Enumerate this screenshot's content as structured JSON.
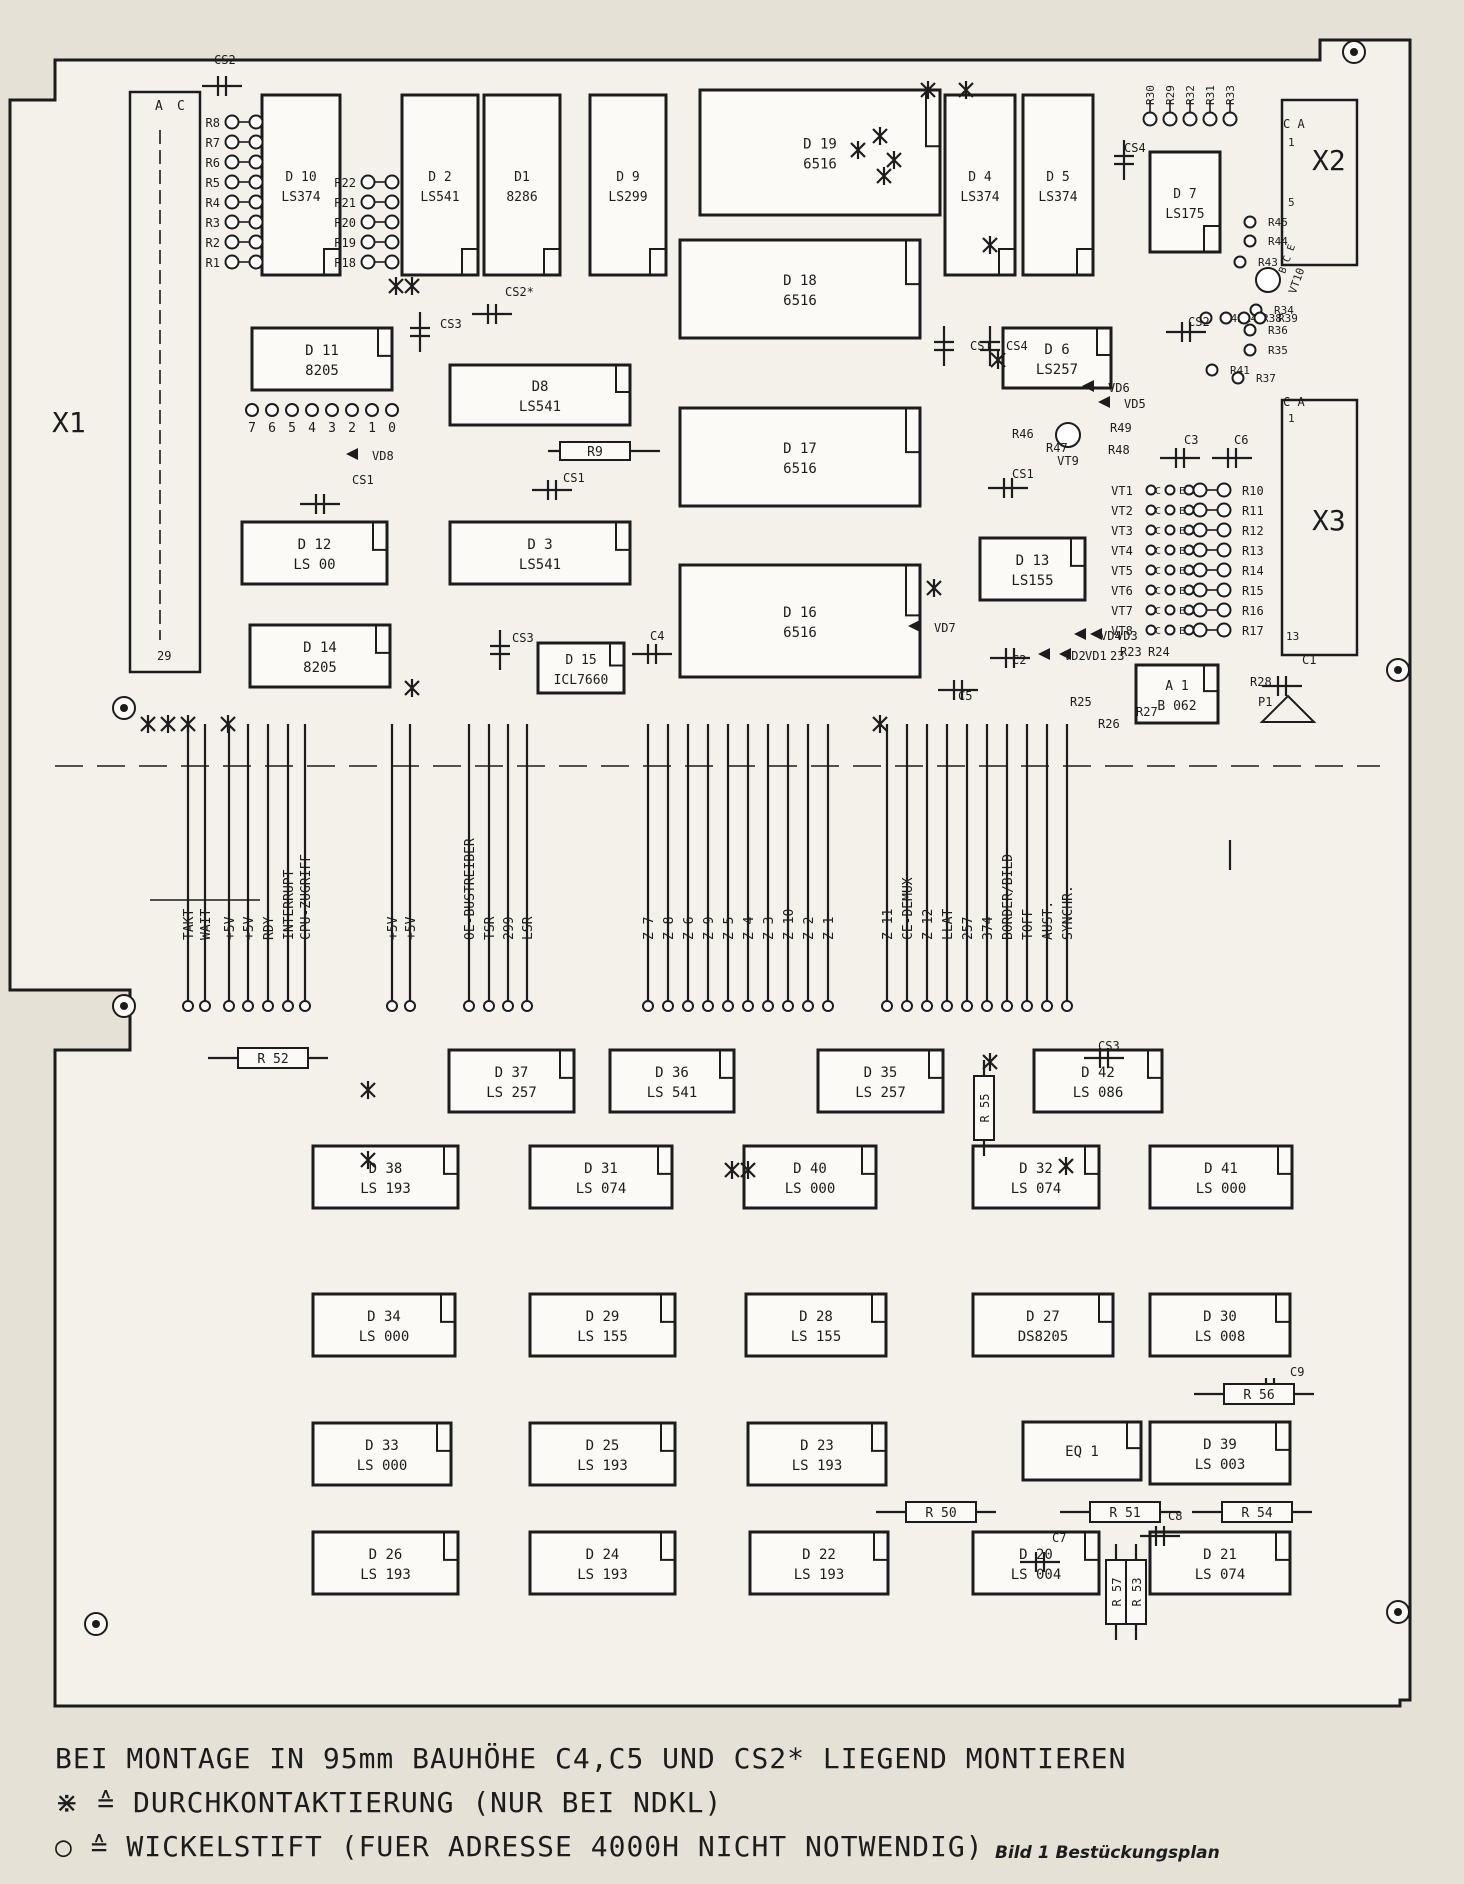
{
  "connectors": {
    "x1": "X1",
    "x2": "X2",
    "x3": "X3",
    "x1_col_a": "A",
    "x1_col_c": "C",
    "x1_pin_count": "29"
  },
  "chips": [
    {
      "ref": "D 10",
      "type": "LS374"
    },
    {
      "ref": "D 2",
      "type": "LS541"
    },
    {
      "ref": "D1",
      "type": "8286"
    },
    {
      "ref": "D 9",
      "type": "LS299"
    },
    {
      "ref": "D 19",
      "type": "6516"
    },
    {
      "ref": "D 4",
      "type": "LS374"
    },
    {
      "ref": "D 5",
      "type": "LS374"
    },
    {
      "ref": "D 7",
      "type": "LS175"
    },
    {
      "ref": "D 11",
      "type": "8205"
    },
    {
      "ref": "D8",
      "type": "LS541"
    },
    {
      "ref": "D 18",
      "type": "6516"
    },
    {
      "ref": "D 6",
      "type": "LS257"
    },
    {
      "ref": "D 17",
      "type": "6516"
    },
    {
      "ref": "D 12",
      "type": "LS 00"
    },
    {
      "ref": "D 3",
      "type": "LS541"
    },
    {
      "ref": "D 13",
      "type": "LS155"
    },
    {
      "ref": "D 16",
      "type": "6516"
    },
    {
      "ref": "D 14",
      "type": "8205"
    },
    {
      "ref": "D 15",
      "type": "ICL7660"
    },
    {
      "ref": "A 1",
      "type": "B 062"
    },
    {
      "ref": "D 37",
      "type": "LS 257"
    },
    {
      "ref": "D 36",
      "type": "LS 541"
    },
    {
      "ref": "D 35",
      "type": "LS 257"
    },
    {
      "ref": "D 42",
      "type": "LS 086"
    },
    {
      "ref": "D 38",
      "type": "LS 193"
    },
    {
      "ref": "D 31",
      "type": "LS 074"
    },
    {
      "ref": "D 40",
      "type": "LS 000"
    },
    {
      "ref": "D 32",
      "type": "LS 074"
    },
    {
      "ref": "D 41",
      "type": "LS 000"
    },
    {
      "ref": "D 34",
      "type": "LS 000"
    },
    {
      "ref": "D 29",
      "type": "LS 155"
    },
    {
      "ref": "D 28",
      "type": "LS 155"
    },
    {
      "ref": "D 27",
      "type": "DS8205"
    },
    {
      "ref": "D 30",
      "type": "LS 008"
    },
    {
      "ref": "D 33",
      "type": "LS 000"
    },
    {
      "ref": "D 25",
      "type": "LS 193"
    },
    {
      "ref": "D 23",
      "type": "LS 193"
    },
    {
      "ref": "EQ 1",
      "type": ""
    },
    {
      "ref": "D 39",
      "type": "LS 003"
    },
    {
      "ref": "D 26",
      "type": "LS 193"
    },
    {
      "ref": "D 24",
      "type": "LS 193"
    },
    {
      "ref": "D 22",
      "type": "LS 193"
    },
    {
      "ref": "D 20",
      "type": "LS 004"
    },
    {
      "ref": "D 21",
      "type": "LS 074"
    }
  ],
  "parts": {
    "r_left": [
      "R8",
      "R7",
      "R6",
      "R5",
      "R4",
      "R3",
      "R2",
      "R1"
    ],
    "r_mid": [
      "R22",
      "R21",
      "R20",
      "R19",
      "R18"
    ],
    "r_top": [
      "R30",
      "R29",
      "R32",
      "R31",
      "R33"
    ],
    "r_d7": [
      "R45",
      "R44",
      "R43",
      "R34",
      "R36",
      "R35",
      "R37",
      "R42",
      "R40",
      "R38",
      "R39",
      "R41"
    ],
    "r_right": [
      "R10",
      "R11",
      "R12",
      "R13",
      "R14",
      "R15",
      "R16",
      "R17"
    ],
    "r_bottom": [
      "R 52",
      "R 55",
      "R 56",
      "R 50",
      "R 51",
      "R 54",
      "R 57",
      "R 53"
    ],
    "misc": [
      "R9",
      "R46",
      "R47",
      "R48",
      "R49",
      "R23",
      "R24",
      "R25",
      "R26",
      "R27",
      "R28",
      "P1"
    ],
    "caps": [
      "CS2",
      "CS3",
      "CS2*",
      "CS1",
      "CS1",
      "CS4",
      "CS1",
      "CS4",
      "CS2",
      "CS3",
      "CS1",
      "CS3",
      "C4",
      "C2",
      "C5",
      "C3",
      "C6",
      "C1",
      "C9",
      "C7",
      "C8"
    ],
    "transistors": [
      "VT1",
      "VT2",
      "VT3",
      "VT4",
      "VT5",
      "VT6",
      "VT7",
      "VT8",
      "VT9",
      "VT10"
    ],
    "diodes": [
      "VD8",
      "VD6",
      "VD5",
      "VD7",
      "VD2",
      "VD1",
      "VD4",
      "VD3"
    ],
    "tp_numbers": [
      "7",
      "6",
      "5",
      "4",
      "3",
      "2",
      "1",
      "0"
    ],
    "cbe": "C B E",
    "x2_ca": "C  A",
    "x2_pins": [
      "1",
      "5"
    ],
    "x3_ca": "C  A",
    "x3_pins": [
      "1",
      "13"
    ],
    "pin_23": "23",
    "vt10_pins": "B C E"
  },
  "bus_labels_left": [
    "TAKT",
    "WAIT",
    "+5V",
    "+5V",
    "RDY",
    "INTERRUPT",
    "CPU-ZUGRIFF",
    "+5V",
    "+5V",
    "OE-BUSTREIBER",
    "TSR",
    "299",
    "LSR"
  ],
  "bus_labels_mid": [
    "Z 7",
    "Z 8",
    "Z 6",
    "Z 9",
    "Z 5",
    "Z 4",
    "Z 3",
    "Z 10",
    "Z 2",
    "Z 1"
  ],
  "bus_labels_right": [
    "Z 11",
    "CE-DEMUX",
    "Z 12",
    "LLAT",
    "257",
    "374",
    "BORDER/BILD",
    "TOFF",
    "AUST.",
    "SYNCHR."
  ],
  "notes": {
    "line1": "BEI MONTAGE IN 95mm BAUHÖHE C4,C5 UND CS2* LIEGEND MONTIEREN",
    "line2": "⋇ ≙ DURCHKONTAKTIERUNG (NUR BEI NDKL)",
    "line3": "○ ≙ WICKELSTIFT (FUER ADRESSE 4000H NICHT NOTWENDIG)",
    "caption": "Bild 1  Bestückungsplan"
  },
  "colors": {
    "ink": "#1c1c1c",
    "paper": "#e6e1d6",
    "board": "#f4f1ea"
  }
}
